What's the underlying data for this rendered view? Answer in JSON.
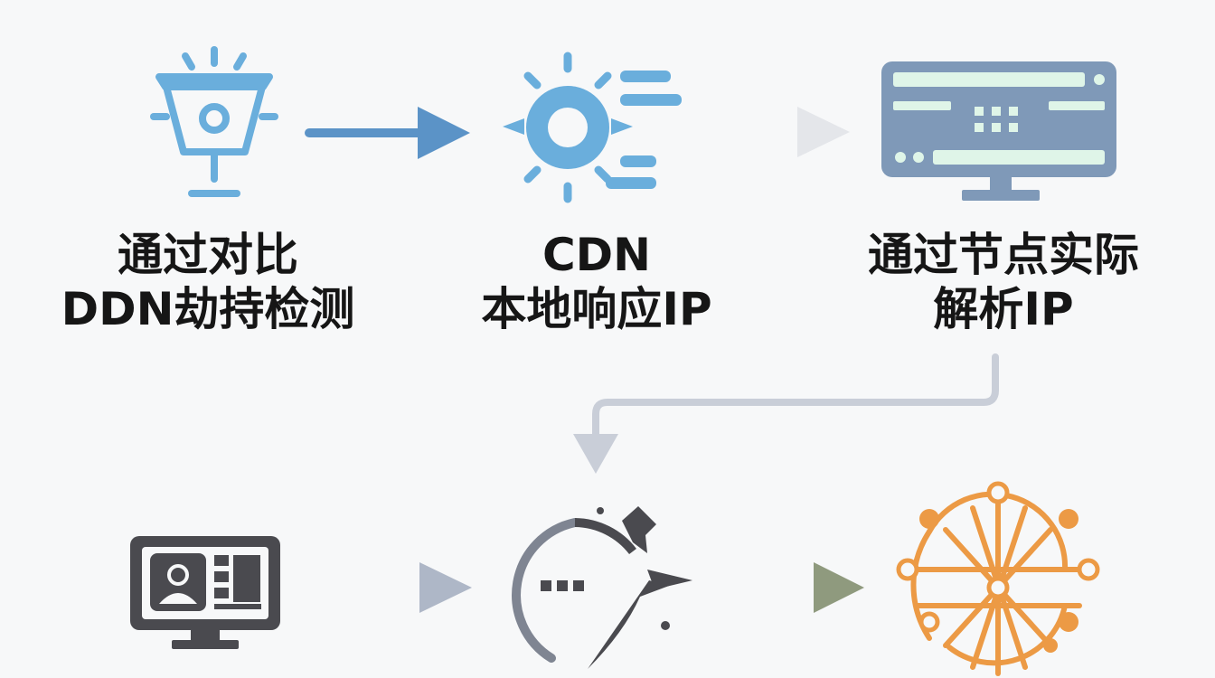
{
  "steps": [
    {
      "line1": "通过对比",
      "line2": "DDN劫持检测",
      "icon": "spotlight-lamp-icon"
    },
    {
      "line1": "CDN",
      "line2": "本地响应IP",
      "icon": "gear-speed-icon"
    },
    {
      "line1": "通过节点实际",
      "line2": "解析IP",
      "icon": "monitor-dashboard-icon"
    }
  ],
  "bottom_icons": [
    "user-monitor-icon",
    "chat-bubble-arrow-icon",
    "network-globe-icon"
  ],
  "colors": {
    "blue": "#6aaedc",
    "slate": "#7f99b8",
    "mint": "#dff5e8",
    "dark": "#4a4a4f",
    "orange": "#ec9a45",
    "arrow_blue": "#5b93c7",
    "arrow_gray": "#c5ccd8",
    "arrow_green": "#9ea88e"
  }
}
